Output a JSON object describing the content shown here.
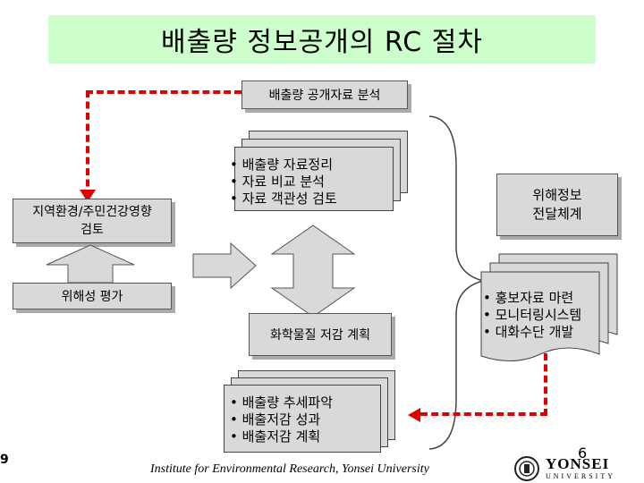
{
  "title": "배출량 정보공개의 RC 절차",
  "top_box": {
    "label": "배출량 공개자료 분석"
  },
  "summary_box": {
    "items": [
      "배출량 자료정리",
      "자료 비교 분석",
      "자료 객관성 검토"
    ]
  },
  "left": {
    "impact_line1": "지역환경/주민건강영향",
    "impact_line2": "검토",
    "hazard": "위해성 평가"
  },
  "plan_box": {
    "label": "화학물질 저감 계획"
  },
  "trend_box": {
    "items": [
      "배출량 추세파악",
      "배출저감 성과",
      "배출저감 계획"
    ]
  },
  "right": {
    "risk_line1": "위해정보",
    "risk_line2": "전달체계",
    "doc_items": [
      "홍보자료 마련",
      "모니터링시스템",
      "대화수단 개발"
    ]
  },
  "footer": {
    "institute": "Institute for Environmental Research, Yonsei University",
    "page_number": "6",
    "slide_number": "9"
  },
  "logo": {
    "name": "YONSEI",
    "sub": "UNIVERSITY"
  },
  "colors": {
    "title_bg": "#ccffcc",
    "box_bg": "#d9d9d9",
    "arrow_red": "#e00000"
  }
}
